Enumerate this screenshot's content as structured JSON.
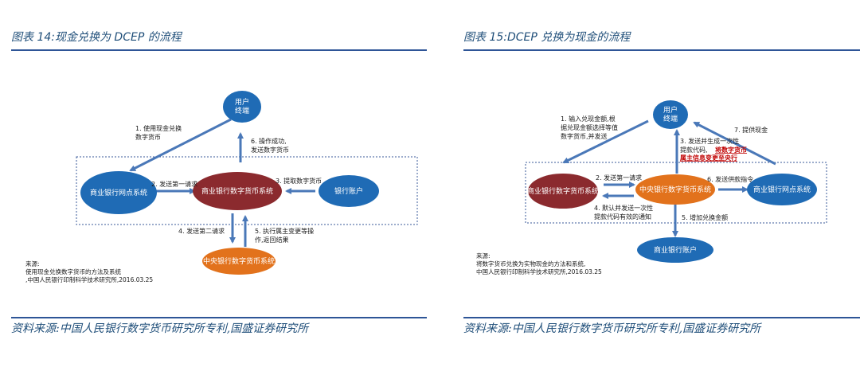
{
  "left": {
    "title": "图表 14:现金兑换为 DCEP 的流程",
    "nodes": {
      "user": [
        "用户",
        "终端"
      ],
      "commercial_branch": "商业银行网点系统",
      "commercial_digital": "商业银行数字货币系统",
      "bank_account": "银行账户",
      "central_digital": "中央银行数字货币系统"
    },
    "labels": {
      "step1": [
        "1. 使用现金兑换",
        "数字货币"
      ],
      "step2": "2. 发送第一请求",
      "step3": "3. 提取数字货币",
      "step4": "4. 发送第二请求",
      "step5": [
        "5. 执行属主变更等操",
        "作,返回结果"
      ],
      "step6": [
        "6. 操作成功,",
        "发送数字货币"
      ]
    },
    "note": [
      "来源:",
      "使用现金兑换数字货币的方法及系统",
      ",中国人民银行印制科学技术研究所,2016.03.25"
    ],
    "source": "资料来源:中国人民银行数字货币研究所专利,国盛证券研究所"
  },
  "right": {
    "title": "图表 15:DCEP 兑换为现金的流程",
    "nodes": {
      "user": [
        "用户",
        "终端"
      ],
      "commercial_digital": "商业银行数字货币系统",
      "central_digital": "中央银行数字货币系统",
      "commercial_branch": "商业银行网点系统",
      "commercial_account": "商业银行账户"
    },
    "labels": {
      "step1": [
        "1. 输入兑现金额,根",
        "据兑现金额选择等值",
        "数字货币,并发送"
      ],
      "step2": "2. 发送第一请求",
      "step3": [
        "3. 发送并生成一次性",
        "提款代码,"
      ],
      "step3_red": [
        "将数字货币",
        "属主信息变更至央行"
      ],
      "step4": [
        "4. 默认并发送一次性",
        "提款代码有效的通知"
      ],
      "step5": "5. 增加兑换金额",
      "step6": "6. 发送供款指令",
      "step7": "7. 提供现金"
    },
    "note": [
      "来源:",
      "将数字货币兑换为实物现金的方法和系统,",
      "中国人民银行印制科学技术研究所,2016.03.25"
    ],
    "source": "资料来源:中国人民银行数字货币研究所专利,国盛证券研究所"
  },
  "colors": {
    "blue": "#1f6bb5",
    "red": "#8b2a2e",
    "orange": "#e2721c",
    "arrow": "#4a78b8",
    "dashed": "#3a5a9a"
  }
}
